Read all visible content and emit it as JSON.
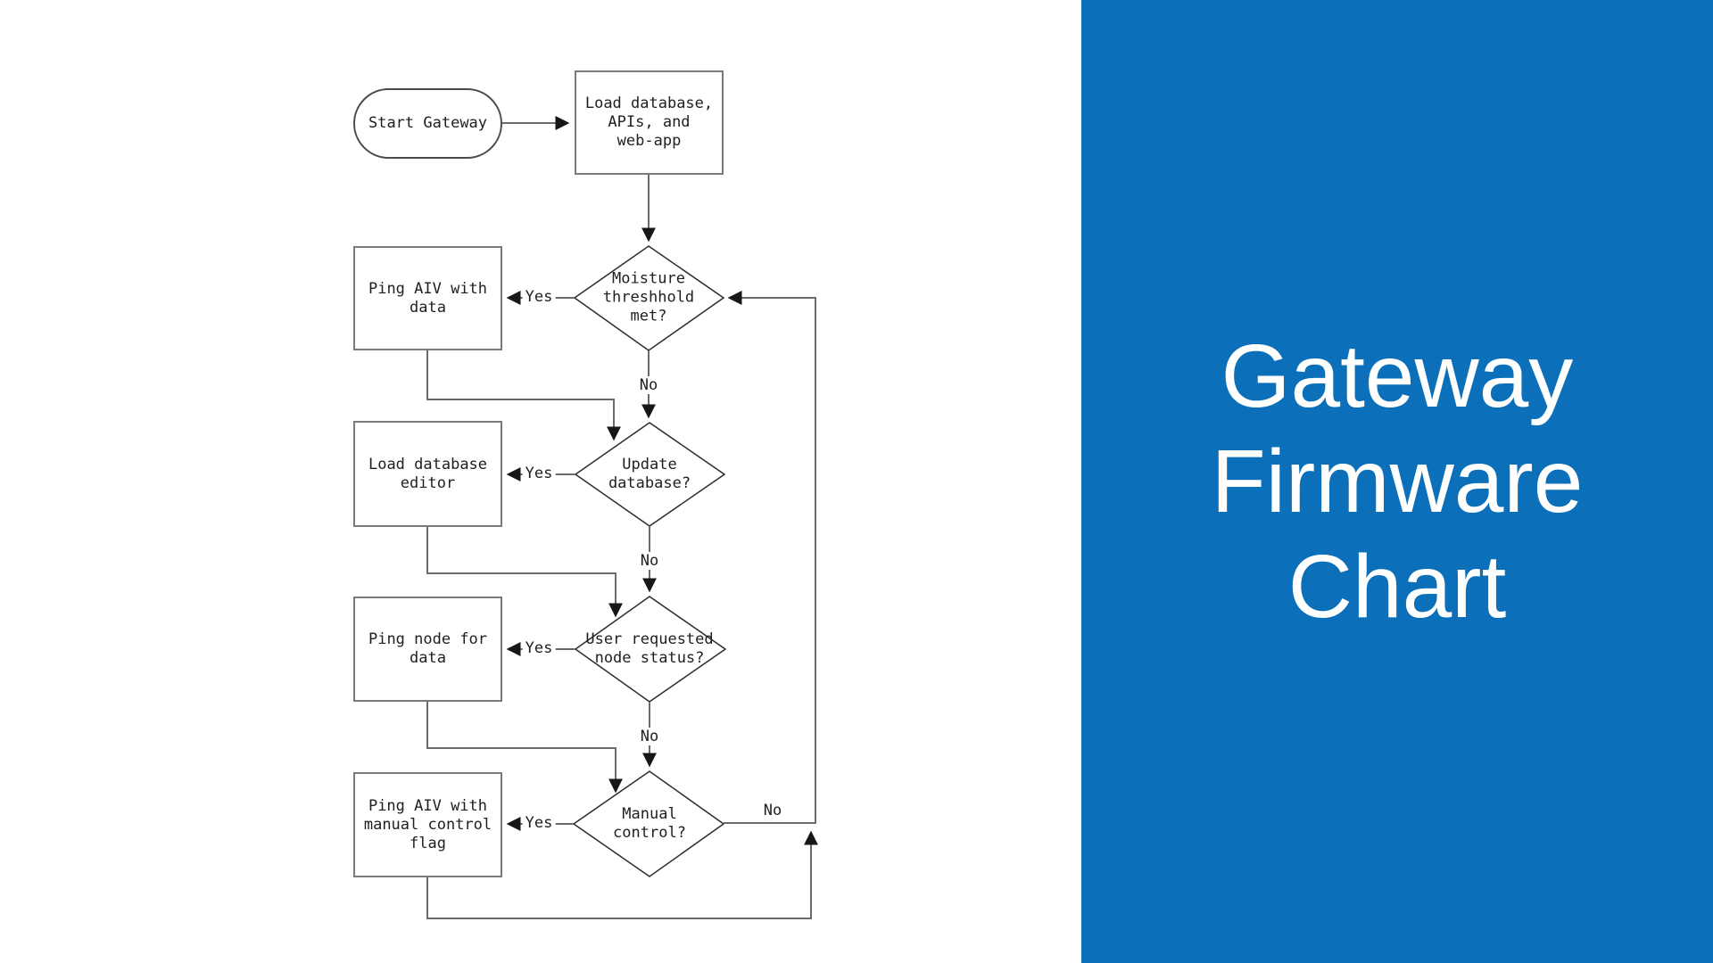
{
  "slide": {
    "background": "#ffffff"
  },
  "panel": {
    "background": "#0b70b9",
    "text_color": "#ffffff",
    "title_lines": {
      "line1": "Gateway",
      "line2": "Firmware",
      "line3": "Chart"
    }
  },
  "flowchart": {
    "line_color": "#6b6b6b",
    "node_border_color": "#7a7a7a",
    "text_color": "#1f1f1f",
    "nodes": {
      "start": "Start Gateway",
      "load_app": "Load database,\nAPIs, and\nweb-app",
      "moisture": "Moisture\nthreshhold\nmet?",
      "ping_aiv_data": "Ping AIV with\ndata",
      "update_db": "Update\ndatabase?",
      "load_db_editor": "Load database\neditor",
      "user_requested": "User requested\nnode status?",
      "ping_node": "Ping node for\ndata",
      "manual_control": "Manual\ncontrol?",
      "ping_aiv_flag": "Ping AIV with\nmanual control\nflag"
    },
    "edge_labels": {
      "moisture_yes": "Yes",
      "moisture_no": "No",
      "update_yes": "Yes",
      "update_no": "No",
      "user_yes": "Yes",
      "user_no": "No",
      "manual_yes": "Yes",
      "manual_no": "No"
    }
  }
}
